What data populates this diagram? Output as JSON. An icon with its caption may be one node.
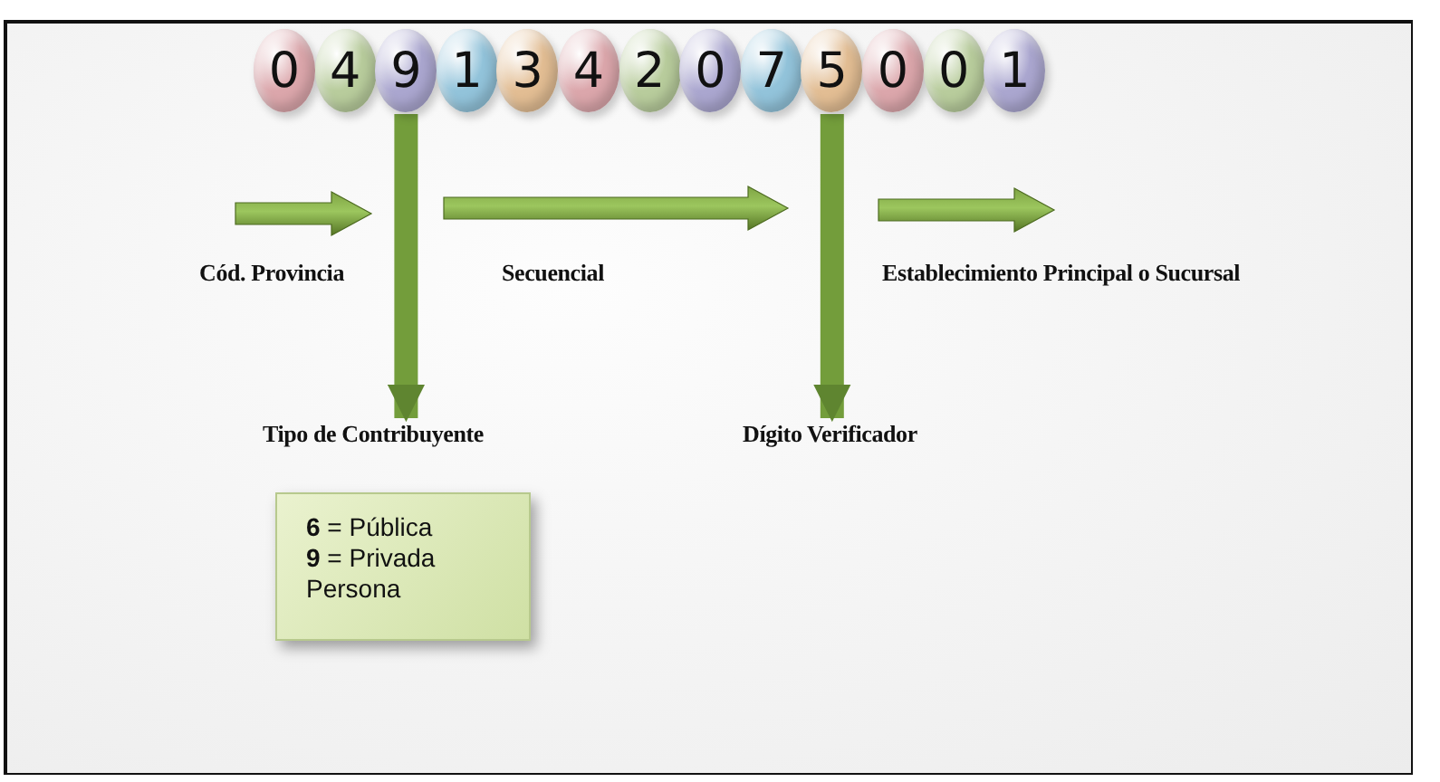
{
  "diagram": {
    "nodes": [
      {
        "text": [
          "0"
        ]
      },
      {
        "text": [
          "4"
        ]
      },
      {
        "text": [
          "9"
        ]
      },
      {
        "text": [
          "1"
        ]
      },
      {
        "text": [
          "3"
        ]
      },
      {
        "text": [
          "4"
        ]
      },
      {
        "text": [
          "2"
        ]
      },
      {
        "text": [
          "0"
        ]
      },
      {
        "text": [
          "7"
        ]
      },
      {
        "text": [
          "5"
        ]
      },
      {
        "text": [
          "0"
        ]
      },
      {
        "text": [
          "0"
        ]
      },
      {
        "text": [
          "1"
        ]
      },
      {
        "text": [
          "Tipo de Contribuyente"
        ]
      },
      {
        "text": [
          "Dígito Verificador"
        ]
      },
      {
        "text": [
          "**6** = Pública",
          "**9** = Privada Persona"
        ]
      }
    ],
    "edges": [
      {
        "from": 2,
        "to": 13,
        "arrow": "to"
      },
      {
        "from": 9,
        "to": 14,
        "arrow": "to"
      }
    ],
    "labels": [
      "Cód. Provincia",
      "Secuencial",
      "Establecimiento Principal o Sucursal"
    ]
  }
}
